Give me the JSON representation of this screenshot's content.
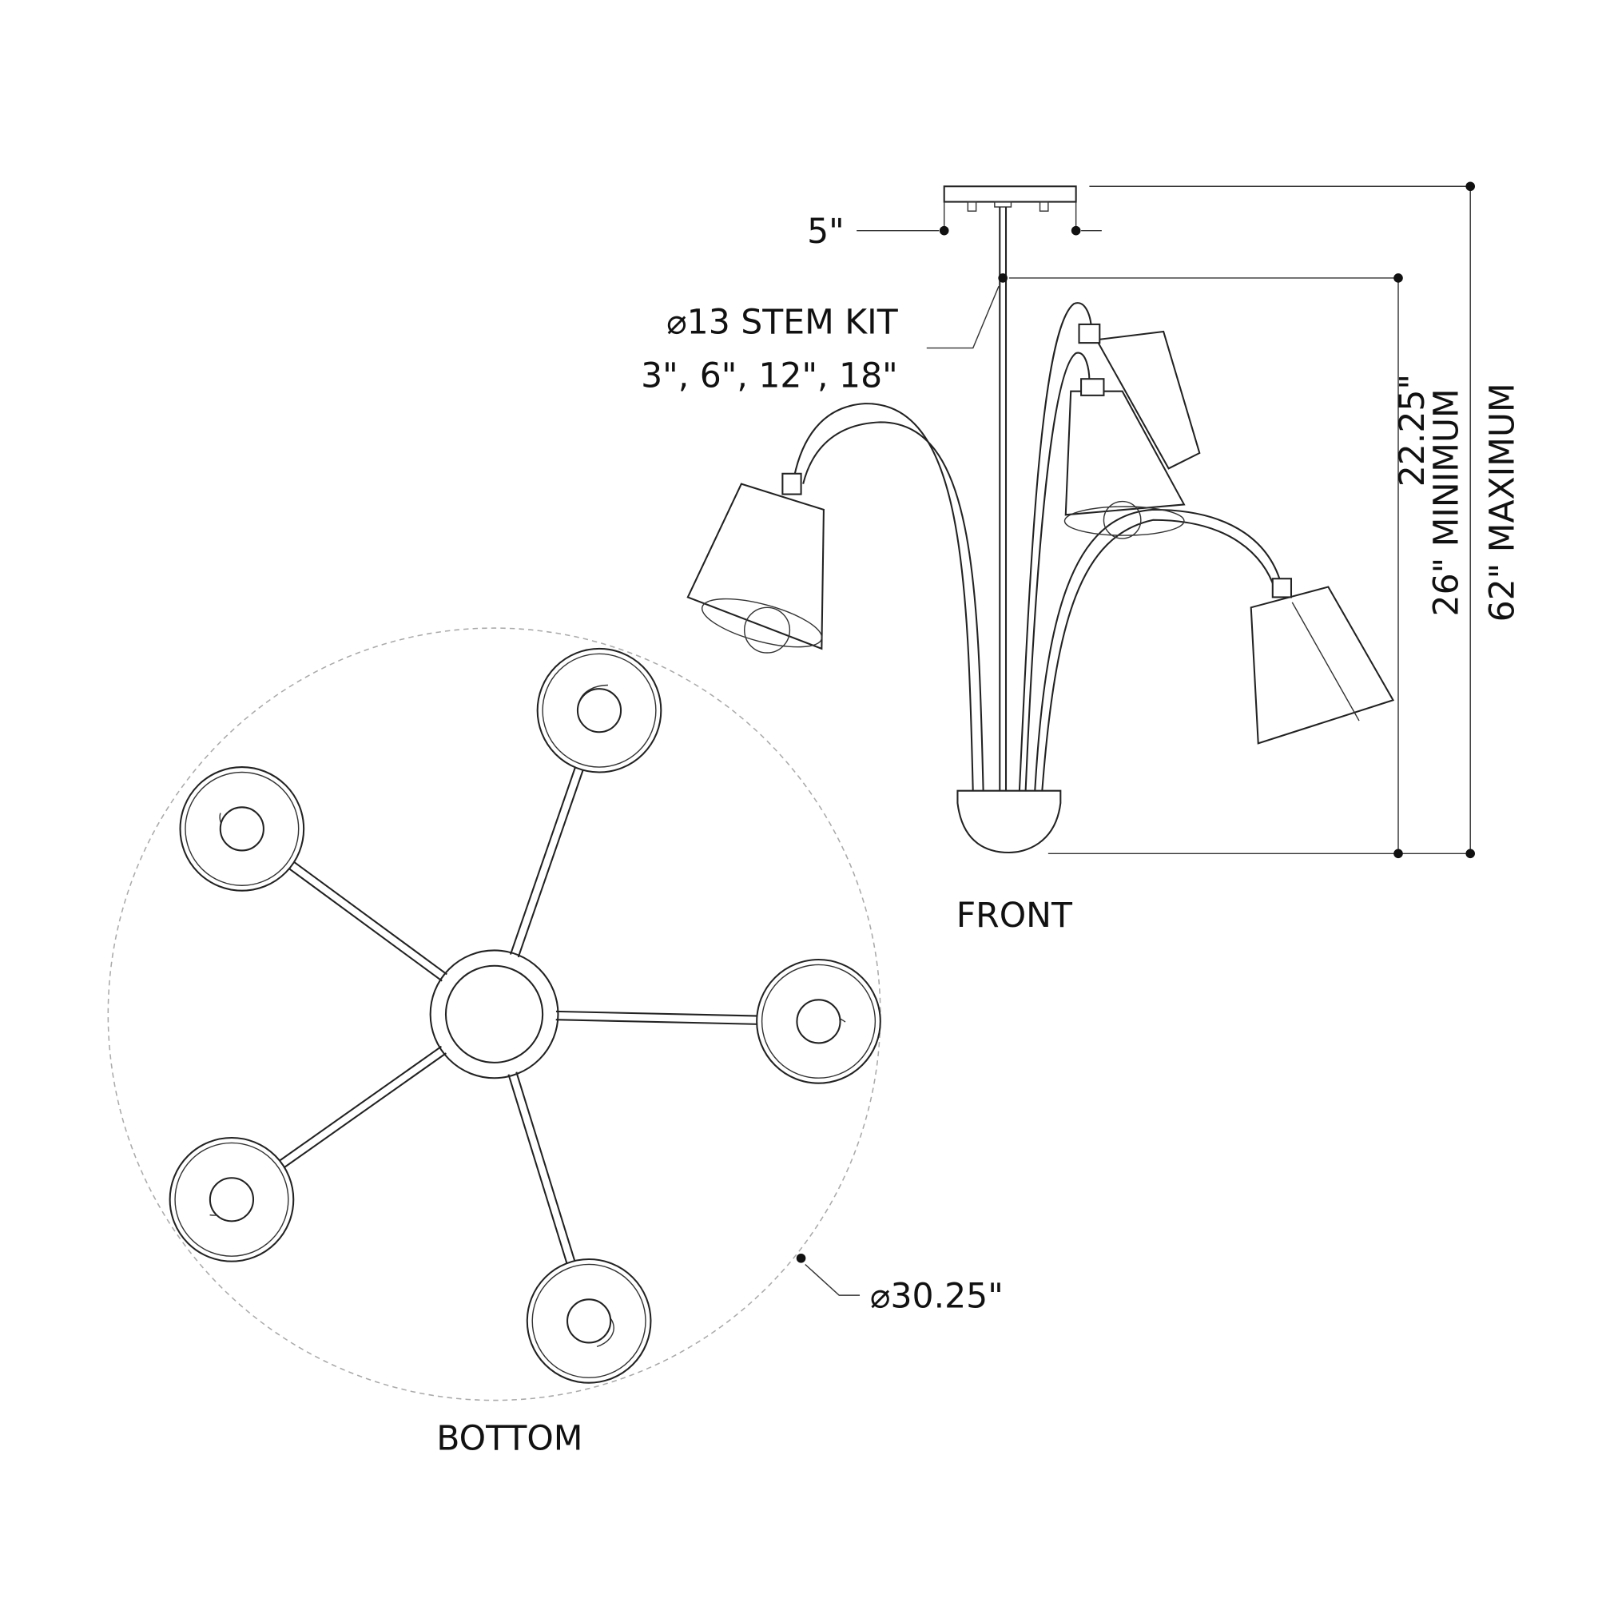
{
  "labels": {
    "canopy_width": "5\"",
    "stem_kit_line1": "⌀13 STEM KIT",
    "stem_kit_line2": "3\", 6\", 12\", 18\"",
    "body_height": "22.25\"",
    "min_height": "26\" MINIMUM",
    "max_height": "62\" MAXIMUM",
    "front_view": "FRONT",
    "diameter": "⌀30.25\"",
    "bottom_view": "BOTTOM"
  },
  "colors": {
    "line": "#222222",
    "background": "#ffffff"
  }
}
